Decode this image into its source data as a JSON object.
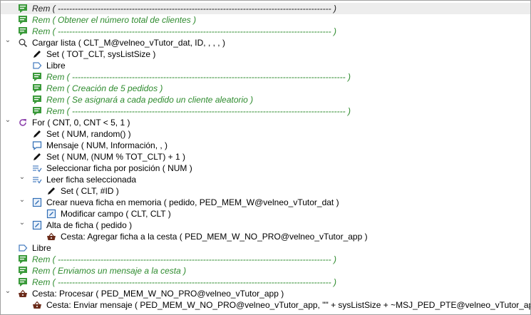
{
  "colors": {
    "rem": "#2e8b2e",
    "rem_icon": "#3a9a3a",
    "loop_icon": "#8e44ad",
    "list_icon": "#4a7fc1",
    "edit_icon": "#2f6db5",
    "basket_icon": "#6b2b1a"
  },
  "rows": [
    {
      "level": 0,
      "icon": "rem",
      "text": "Rem ( ------------------------------------------------------------------------------------------------ )",
      "selected": true
    },
    {
      "level": 0,
      "icon": "rem",
      "text": "Rem ( Obtener el número total de clientes )"
    },
    {
      "level": 0,
      "icon": "rem",
      "text": "Rem ( ------------------------------------------------------------------------------------------------ )"
    },
    {
      "level": 0,
      "icon": "search",
      "text": "Cargar lista ( CLT_M@velneo_vTutor_dat, ID, , , , )",
      "expanded": true
    },
    {
      "level": 1,
      "icon": "pencil",
      "text": "Set ( TOT_CLT, sysListSize )"
    },
    {
      "level": 1,
      "icon": "tag",
      "text": "Libre"
    },
    {
      "level": 1,
      "icon": "rem",
      "text": "Rem ( ------------------------------------------------------------------------------------------------ )"
    },
    {
      "level": 1,
      "icon": "rem",
      "text": "Rem ( Creación de 5 pedidos )"
    },
    {
      "level": 1,
      "icon": "rem",
      "text": "Rem ( Se asignará a cada pedido un cliente aleatorio )"
    },
    {
      "level": 1,
      "icon": "rem",
      "text": "Rem ( ------------------------------------------------------------------------------------------------ )"
    },
    {
      "level": 0,
      "icon": "loop",
      "text": "For ( CNT, 0, CNT < 5, 1 )",
      "expanded": true
    },
    {
      "level": 1,
      "icon": "pencil",
      "text": "Set ( NUM, random() )"
    },
    {
      "level": 1,
      "icon": "message",
      "text": "Mensaje ( NUM, Información, ,  )"
    },
    {
      "level": 1,
      "icon": "pencil",
      "text": "Set ( NUM, (NUM % TOT_CLT) + 1 )"
    },
    {
      "level": 1,
      "icon": "list",
      "text": "Seleccionar ficha por posición ( NUM )"
    },
    {
      "level": 1,
      "icon": "list",
      "text": "Leer ficha seleccionada",
      "expanded": true
    },
    {
      "level": 2,
      "icon": "pencil",
      "text": "Set ( CLT, #ID )"
    },
    {
      "level": 1,
      "icon": "edit",
      "text": "Crear nueva ficha en memoria ( pedido, PED_MEM_W@velneo_vTutor_dat )",
      "expanded": true
    },
    {
      "level": 2,
      "icon": "edit",
      "text": "Modificar campo ( CLT, CLT )"
    },
    {
      "level": 1,
      "icon": "edit",
      "text": "Alta de ficha ( pedido )",
      "expanded": true
    },
    {
      "level": 2,
      "icon": "basket",
      "text": "Cesta: Agregar ficha a la cesta ( PED_MEM_W_NO_PRO@velneo_vTutor_app )"
    },
    {
      "level": 0,
      "icon": "tag",
      "text": "Libre"
    },
    {
      "level": 0,
      "icon": "rem",
      "text": "Rem ( ------------------------------------------------------------------------------------------------ )"
    },
    {
      "level": 0,
      "icon": "rem",
      "text": "Rem ( Enviamos un mensaje a la cesta )"
    },
    {
      "level": 0,
      "icon": "rem",
      "text": "Rem ( ------------------------------------------------------------------------------------------------ )"
    },
    {
      "level": 0,
      "icon": "basket",
      "text": "Cesta: Procesar ( PED_MEM_W_NO_PRO@velneo_vTutor_app )",
      "expanded": true
    },
    {
      "level": 1,
      "icon": "basket",
      "text": "Cesta: Enviar mensaje ( PED_MEM_W_NO_PRO@velneo_vTutor_app, \"\" + sysListSize + ~MSJ_PED_PTE@velneo_vTutor_app.app )"
    }
  ]
}
